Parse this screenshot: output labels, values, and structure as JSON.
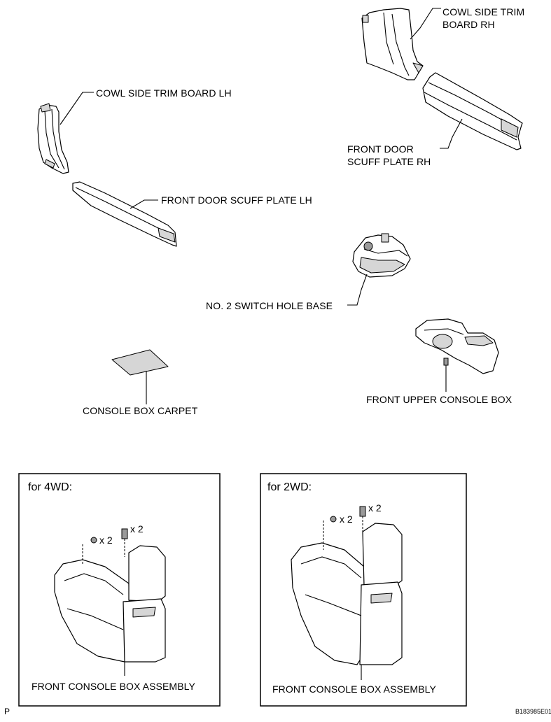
{
  "labels": {
    "cowl_rh_line1": "COWL SIDE TRIM",
    "cowl_rh_line2": "BOARD RH",
    "cowl_lh": "COWL SIDE TRIM BOARD LH",
    "scuff_rh_line1": "FRONT DOOR",
    "scuff_rh_line2": "SCUFF PLATE RH",
    "scuff_lh": "FRONT DOOR SCUFF PLATE LH",
    "switch_hole_base": "NO. 2 SWITCH HOLE BASE",
    "console_box_carpet": "CONSOLE BOX CARPET",
    "front_upper_console_box": "FRONT UPPER CONSOLE BOX"
  },
  "panels": {
    "fourwd": {
      "title": "for 4WD:",
      "screw_qty": "x 2",
      "bolt_qty": "x 2",
      "caption": "FRONT CONSOLE BOX ASSEMBLY"
    },
    "twowd": {
      "title": "for 2WD:",
      "screw_qty": "x 2",
      "bolt_qty": "x 2",
      "caption": "FRONT CONSOLE BOX ASSEMBLY"
    }
  },
  "footer": {
    "left_mark": "P",
    "figure_code": "B183985E01"
  }
}
